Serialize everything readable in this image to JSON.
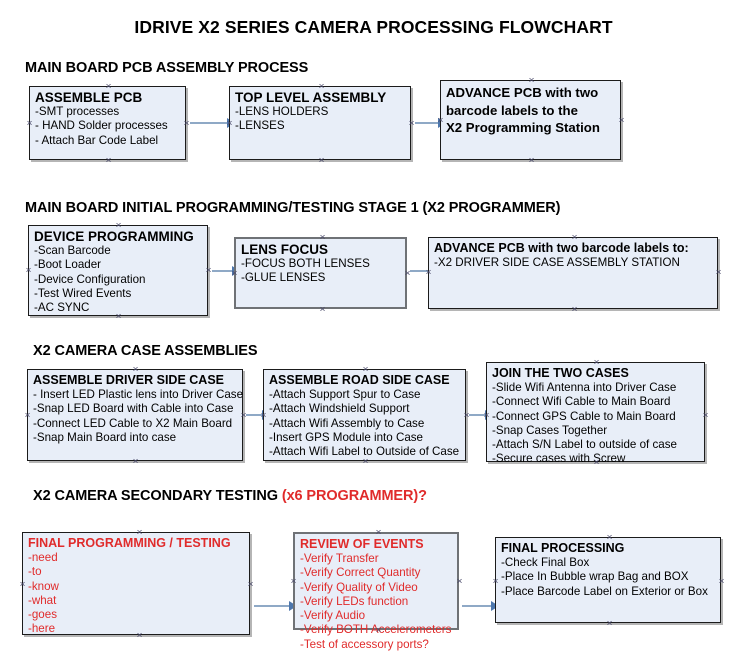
{
  "title": "IDRIVE X2  SERIES CAMERA PROCESSING FLOWCHART",
  "sections": [
    {
      "id": "main-board-pcb-assembly-process",
      "header": "MAIN BOARD PCB ASSEMBLY PROCESS",
      "header_accent": "",
      "boxes": [
        {
          "title": "ASSEMBLE PCB",
          "lines": [
            "-SMT processes",
            "- HAND Solder processes",
            "- Attach Bar Code Label"
          ]
        },
        {
          "title": "TOP LEVEL ASSEMBLY",
          "lines": [
            "-LENS HOLDERS",
            "-LENSES"
          ]
        },
        {
          "title_lines": [
            "ADVANCE PCB with two",
            "barcode labels to the",
            " X2 Programming Station"
          ],
          "lines": []
        }
      ]
    },
    {
      "id": "main-board-initial-programming-testing-stage-1",
      "header": "MAIN BOARD INITIAL PROGRAMMING/TESTING STAGE 1 (X2 PROGRAMMER)",
      "header_accent": "",
      "boxes": [
        {
          "title": "DEVICE PROGRAMMING",
          "lines": [
            "-Scan Barcode",
            "-Boot Loader",
            "-Device Configuration",
            "-Test Wired Events",
            "-AC SYNC"
          ]
        },
        {
          "title": "LENS FOCUS",
          "lines": [
            "-FOCUS BOTH LENSES",
            "-GLUE LENSES"
          ]
        },
        {
          "title": "ADVANCE PCB with two barcode labels to:",
          "lines": [
            "-X2 DRIVER  SIDE  CASE  ASSEMBLY STATION"
          ]
        }
      ]
    },
    {
      "id": "x2-camera-case-assemblies",
      "header": "X2 CAMERA CASE ASSEMBLIES",
      "header_accent": "",
      "boxes": [
        {
          "title": "ASSEMBLE DRIVER SIDE CASE",
          "lines": [
            "- Insert LED Plastic lens into Driver Case",
            "-Snap LED Board with Cable into Case",
            "-Connect LED Cable to X2 Main Board",
            "-Snap Main Board into case"
          ]
        },
        {
          "title": "ASSEMBLE ROAD SIDE CASE",
          "lines": [
            "-Attach Support Spur to Case",
            "-Attach Windshield Support",
            "-Attach Wifi Assembly to Case",
            "-Insert GPS Module into Case",
            "-Attach Wifi Label to Outside of Case"
          ]
        },
        {
          "title": "JOIN THE TWO CASES",
          "lines": [
            "-Slide Wifi Antenna into Driver Case",
            "-Connect Wifi Cable to Main Board",
            "-Connect GPS Cable to Main Board",
            "-Snap Cases Together",
            "-Attach S/N Label to outside of case",
            "-Secure cases with Screw"
          ]
        }
      ]
    },
    {
      "id": "x2-camera-secondary-testing",
      "header": "X2 CAMERA SECONDARY TESTING ",
      "header_accent": "(x6 PROGRAMMER)?",
      "boxes": [
        {
          "title": "FINAL PROGRAMMING / TESTING",
          "lines": [
            "-need",
            "-to",
            "-know",
            "-what",
            "-goes",
            "-here"
          ]
        },
        {
          "title": "REVIEW OF EVENTS",
          "lines": [
            "-Verify Transfer",
            "-Verify Correct Quantity",
            "-Verify Quality of Video",
            "-Verify LEDs function",
            "-Verify Audio",
            "-Verify BOTH Accelerometers",
            "-Test of accessory ports?"
          ]
        },
        {
          "title": "FINAL PROCESSING",
          "lines": [
            " -Check Final Box",
            "-Place In Bubble wrap Bag and BOX",
            "-Place Barcode Label on Exterior or Box"
          ]
        }
      ]
    }
  ],
  "colors": {
    "box_fill": "#e8eef8",
    "box_border": "#1b1b1b",
    "connector": "#8fa9c6",
    "arrow_head": "#4d77ad",
    "accent_red": "#e02b2b",
    "text": "#000000"
  }
}
